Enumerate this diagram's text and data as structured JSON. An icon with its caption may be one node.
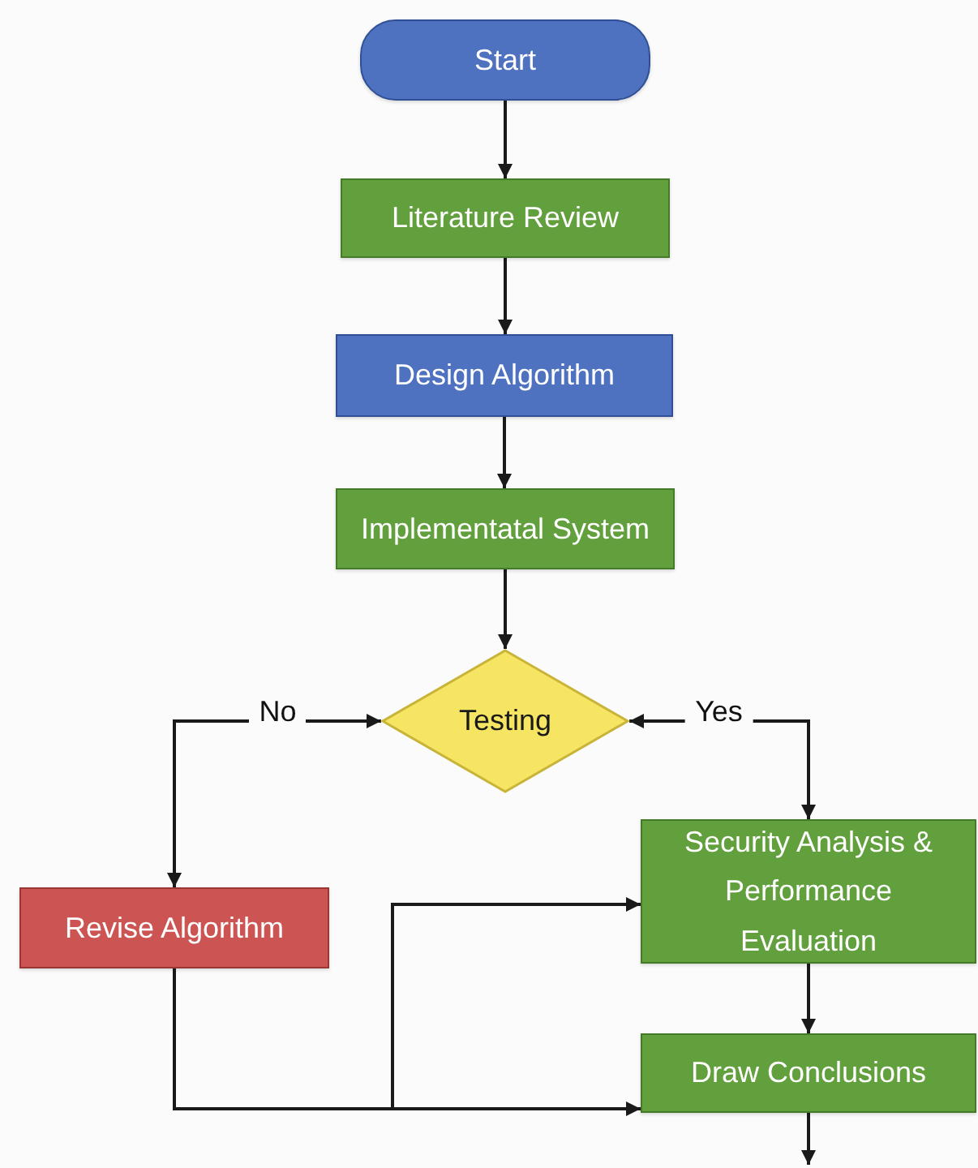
{
  "diagram": {
    "nodes": [
      {
        "text": [
          "Start"
        ]
      },
      {
        "text": [
          "Literature Review"
        ]
      },
      {
        "text": [
          "Design Algorithm"
        ]
      },
      {
        "text": [
          "Implementatal System"
        ]
      },
      {
        "text": [
          "Testing"
        ]
      },
      {
        "text": [
          "Revise Algorithm"
        ]
      },
      {
        "text": [
          "Security Analysis & Performance Evaluation"
        ]
      },
      {
        "text": [
          "Draw Conclusions"
        ]
      }
    ],
    "edges": [
      {
        "from": 0,
        "to": 1,
        "arrow": "to"
      },
      {
        "from": 1,
        "to": 2,
        "arrow": "to"
      },
      {
        "from": 2,
        "to": 3,
        "arrow": "to"
      },
      {
        "from": 3,
        "to": 4,
        "arrow": "to"
      },
      {
        "from": 4,
        "to": 5,
        "arrow": "both",
        "label": "No"
      },
      {
        "from": 4,
        "to": 6,
        "arrow": "both",
        "label": "Yes"
      },
      {
        "from": 5,
        "to": 6,
        "arrow": "to"
      },
      {
        "from": 5,
        "to": 7,
        "arrow": "to"
      },
      {
        "from": 6,
        "to": 7,
        "arrow": "to"
      },
      {
        "from": 7,
        "to": null,
        "arrow": "to"
      }
    ]
  }
}
